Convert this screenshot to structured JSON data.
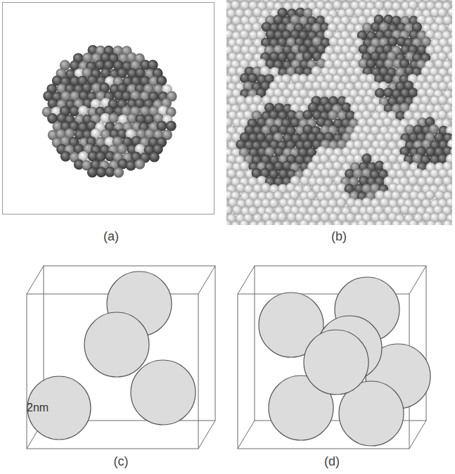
{
  "diagram": {
    "nodes": [
      {
        "text": [
          "2nm"
        ]
      }
    ],
    "labels": [
      "(a)",
      "(b)",
      "(c)",
      "(d)"
    ]
  }
}
